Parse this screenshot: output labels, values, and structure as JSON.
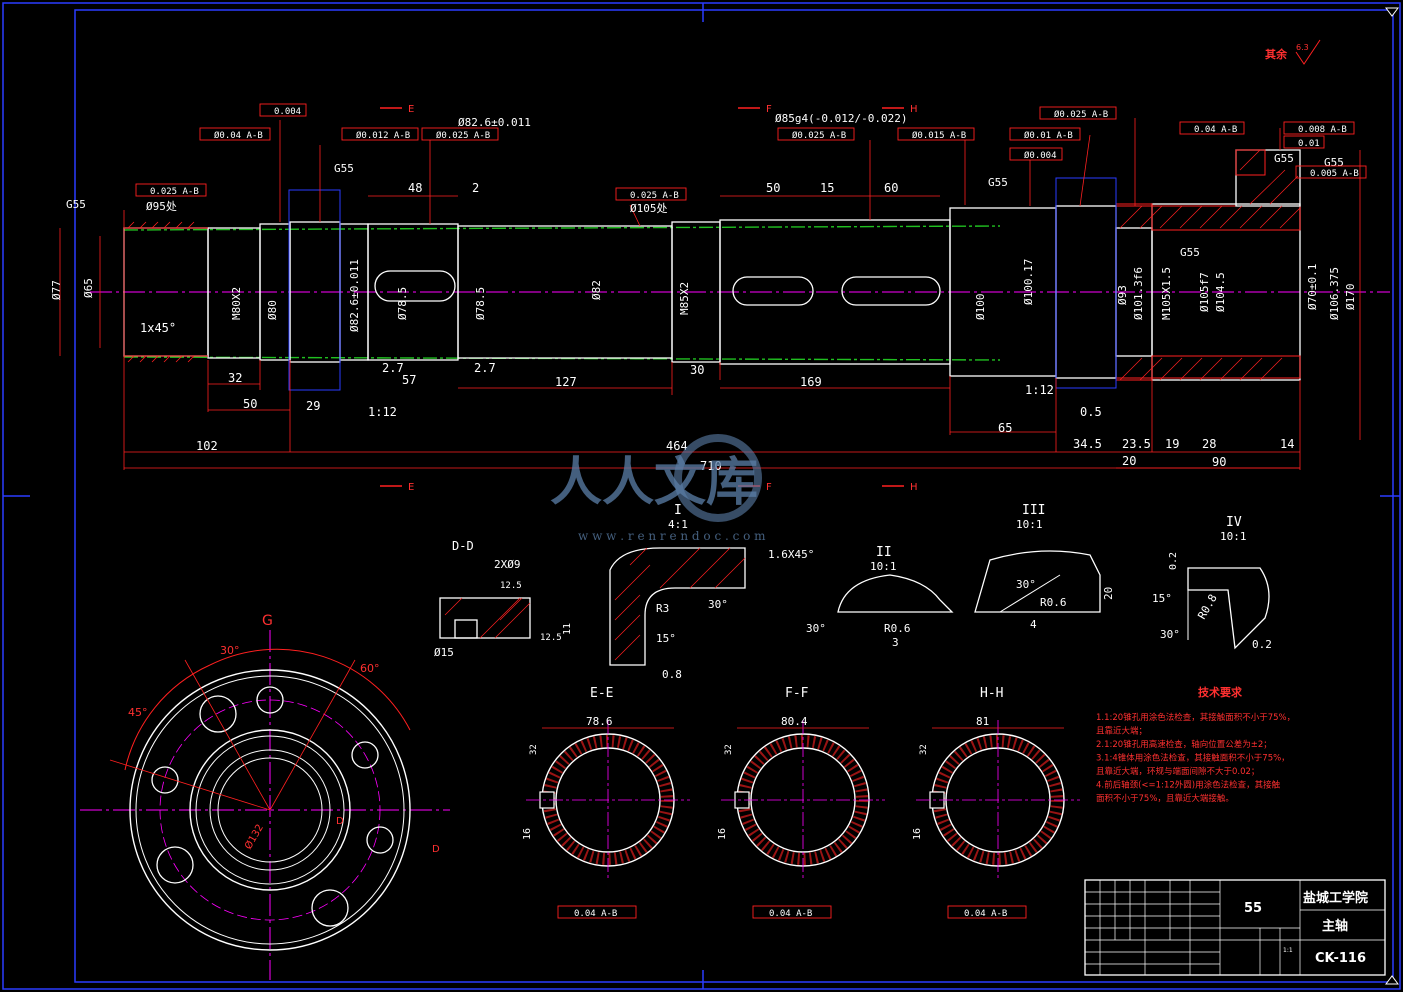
{
  "roughness_note": "其余",
  "roughness_value": "6.3",
  "datum_marks": [
    "G55",
    "G55",
    "G55",
    "G55",
    "G55",
    "G55"
  ],
  "tolerance_frames": [
    "0.004",
    "Ø0.04 A-B",
    "Ø0.012 A-B",
    "Ø0.025 A-B",
    "0.025 A-B",
    "Ø0.025 A-B",
    "Ø0.015 A-B",
    "Ø0.01 A-B",
    "Ø0.004",
    "Ø0.025 A-B",
    "0.04 A-B",
    "0.008 A-B",
    "0.01",
    "0.005 A-B",
    "0.025 A-B"
  ],
  "notes": {
    "d95": "Ø95处",
    "d105": "Ø105处",
    "d85": "Ø85g4(-0.012/-0.022)",
    "d826": "Ø82.6±0.011"
  },
  "dims_top": [
    "48",
    "2",
    "50",
    "15",
    "60"
  ],
  "dims_bottom": [
    "32",
    "50",
    "29",
    "1:12",
    "2.7",
    "57",
    "2.7",
    "127",
    "30",
    "169",
    "1:12",
    "65",
    "0.5",
    "34.5",
    "23.5",
    "19",
    "28",
    "14",
    "102",
    "464",
    "710",
    "20",
    "90"
  ],
  "dims_vertical": [
    "Ø77",
    "Ø65",
    "M80X2",
    "Ø80",
    "Ø82.6±0.011",
    "Ø78.5",
    "Ø78.5",
    "Ø82",
    "M85X2",
    "Ø100",
    "Ø100.17",
    "Ø93",
    "Ø101.3f6",
    "M105X1.5",
    "Ø105f7",
    "Ø104.5",
    "Ø70±0.1",
    "Ø106.375",
    "Ø170"
  ],
  "chamfer": "1x45°",
  "section_marks": [
    "E",
    "F",
    "H"
  ],
  "detail_views": [
    {
      "label": "I",
      "scale": "4:1",
      "chamfer": "1.6X45°",
      "r": "R3",
      "angle": "30°",
      "angle2": "15°",
      "dim": "0.8"
    },
    {
      "label": "II",
      "scale": "10:1",
      "angle": "30°",
      "r": "R0.6",
      "dim": "3"
    },
    {
      "label": "III",
      "scale": "10:1",
      "angle": "30°",
      "r": "R0.6",
      "dim": "4",
      "dim2": "20"
    },
    {
      "label": "IV",
      "scale": "10:1",
      "angle": "15°",
      "angle2": "30°",
      "r": "R0.8",
      "dim": "0.2",
      "dim2": "0.2"
    }
  ],
  "dd_view": {
    "label": "D-D",
    "holes": "2XØ9",
    "d": "Ø15",
    "dim1": "12.5",
    "dim2": "11",
    "dim3": "12.5"
  },
  "g_view": {
    "label": "G",
    "a1": "30°",
    "a2": "60°",
    "a3": "45°",
    "pcd": "Ø132",
    "d": "D"
  },
  "sections": [
    {
      "label": "E-E",
      "width": "78.6",
      "key": "16",
      "keyw": "32",
      "tol": "0.04 A-B"
    },
    {
      "label": "F-F",
      "width": "80.4",
      "key": "16",
      "keyw": "32",
      "tol": "0.04 A-B"
    },
    {
      "label": "H-H",
      "width": "81",
      "key": "16",
      "keyw": "32",
      "tol": "0.04 A-B"
    }
  ],
  "tech": {
    "title": "技术要求",
    "lines": [
      "1.1:20锥孔用涂色法检查，其接触面积不小于75%，",
      "  且靠近大端；",
      "2.1:20锥孔用高速检查，轴向位置公差为±2；",
      "3.1:4锥体用涂色法检查，其接触面积不小于75%，",
      "  且靠近大端，环规与端面间隙不大于0.02；",
      "4.前后轴颈(<=1:12外圆)用涂色法检查，其接触",
      "  面积不小于75%，且靠近大端接触。"
    ]
  },
  "title_block": {
    "material": "55",
    "school": "盐城工学院",
    "part": "主轴",
    "code": "CK-116",
    "scale": "1:1"
  },
  "watermark": {
    "text": "人人文库",
    "url": "w w w . r e n r e n d o c . c o m"
  },
  "colors": {
    "frame": "#1a32ff",
    "red": "#ff2020",
    "white": "#ffffff",
    "green": "#00c000",
    "magenta": "#ff00ff",
    "cyan": "#00e0e0"
  }
}
